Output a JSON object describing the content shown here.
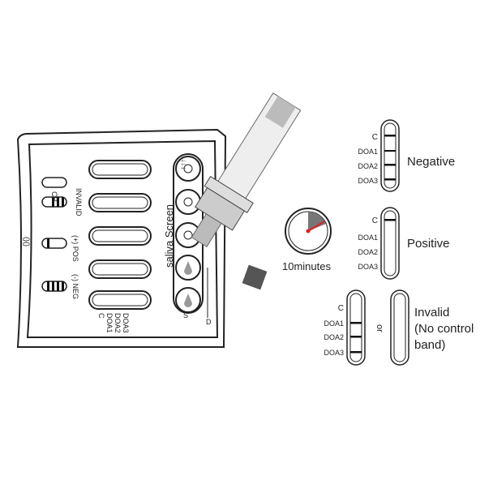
{
  "device": {
    "brand": "saliva Screen",
    "window_labels": {
      "c": "C",
      "doa1": "DOA1",
      "doa2": "DOA2",
      "doa3": "DOA3"
    },
    "card_labels": [
      "(-) NEG",
      "(+) POS",
      "INVALID",
      "CR"
    ],
    "well_labels": {
      "s": "S",
      "d": "D"
    }
  },
  "timer": {
    "label": "10minutes",
    "accent": "#e02020"
  },
  "results": {
    "negative": {
      "label": "Negative",
      "lines": [
        "C",
        "DOA1",
        "DOA2",
        "DOA3"
      ]
    },
    "positive": {
      "label": "Positive",
      "lines": [
        "C",
        "DOA1",
        "DOA2",
        "DOA3"
      ]
    },
    "invalid": {
      "label_1": "Invalid",
      "label_2": "(No control",
      "label_3": "band)",
      "or": "or",
      "lines": [
        "C",
        "DOA1",
        "DOA2",
        "DOA3"
      ]
    }
  }
}
